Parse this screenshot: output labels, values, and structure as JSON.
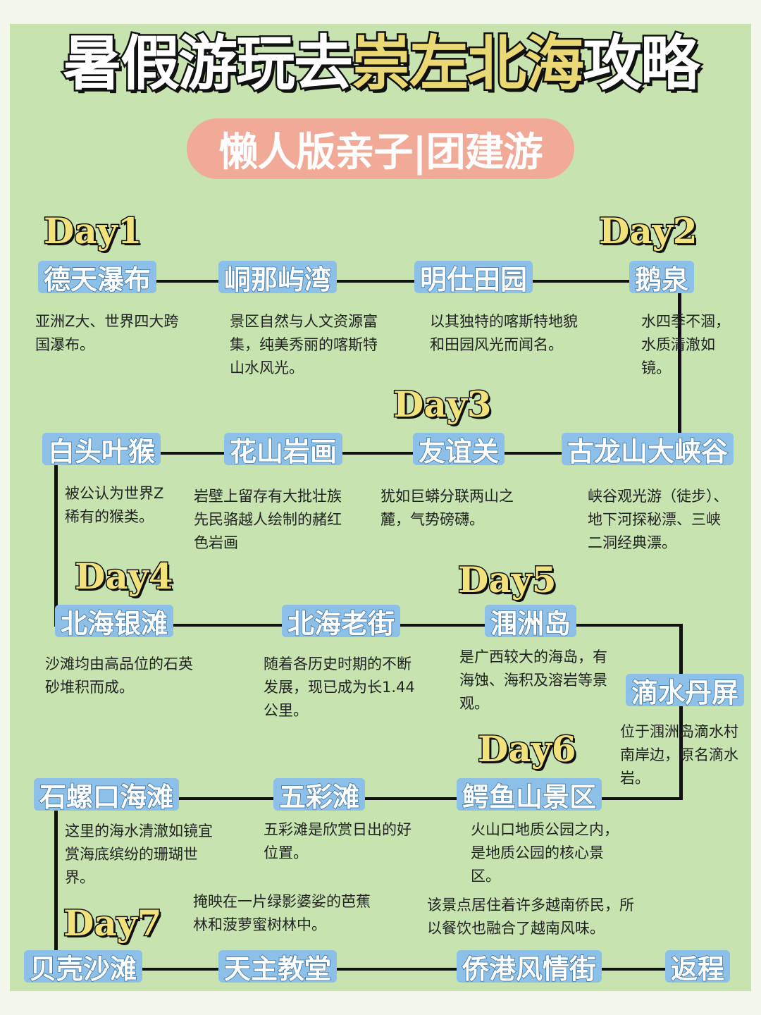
{
  "title": {
    "part1": "暑假游玩去",
    "part2": "崇左北海",
    "part3": "攻略"
  },
  "subtitle": "懒人版亲子|团建游",
  "days": [
    "Day1",
    "Day2",
    "Day3",
    "Day4",
    "Day5",
    "Day6",
    "Day7"
  ],
  "spots": [
    {
      "name": "德天瀑布",
      "desc": "亚洲Z大、世界四大跨国瀑布。"
    },
    {
      "name": "峒那屿湾",
      "desc": "景区自然与人文资源富集，纯美秀丽的喀斯特山水风光。"
    },
    {
      "name": "明仕田园",
      "desc": "以其独特的喀斯特地貌和田园风光而闻名。"
    },
    {
      "name": "鹅泉",
      "desc": "水四季不涸，水质清澈如镜。"
    },
    {
      "name": "古龙山大峡谷",
      "desc": "峡谷观光游（徒步）、地下河探秘漂、三峡二洞经典漂。"
    },
    {
      "name": "友谊关",
      "desc": "犹如巨蟒分联两山之麓，气势磅礴。"
    },
    {
      "name": "花山岩画",
      "desc": "岩壁上留存有大批壮族先民骆越人绘制的赭红色岩画"
    },
    {
      "name": "白头叶猴",
      "desc": "被公认为世界Z稀有的猴类。"
    },
    {
      "name": "北海银滩",
      "desc": "沙滩均由高品位的石英砂堆积而成。"
    },
    {
      "name": "北海老街",
      "desc": "随着各历史时期的不断发展，现已成为长1.44公里。"
    },
    {
      "name": "涠洲岛",
      "desc": "是广西较大的海岛，有海蚀、海积及溶岩等景观。"
    },
    {
      "name": "滴水丹屏",
      "desc": "位于涠洲岛滴水村南岸边，原名滴水岩。"
    },
    {
      "name": "鳄鱼山景区",
      "desc": "火山口地质公园之内，是地质公园的核心景区。"
    },
    {
      "name": "五彩滩",
      "desc": "五彩滩是欣赏日出的好位置。"
    },
    {
      "name": "石螺口海滩",
      "desc": "这里的海水清澈如镜宜赏海底缤纷的珊瑚世界。"
    },
    {
      "name": "贝壳沙滩",
      "desc": ""
    },
    {
      "name": "天主教堂",
      "desc": "掩映在一片绿影婆娑的芭蕉林和菠萝蜜树林中。"
    },
    {
      "name": "侨港风情街",
      "desc": "该景点居住着许多越南侨民，所以餐饮也融合了越南风味。"
    },
    {
      "name": "返程",
      "desc": ""
    }
  ],
  "colors": {
    "background": "#c6e3b0",
    "spot": "#8cc0e8",
    "pill": "#f1aa98",
    "day": "#f1e27b"
  }
}
